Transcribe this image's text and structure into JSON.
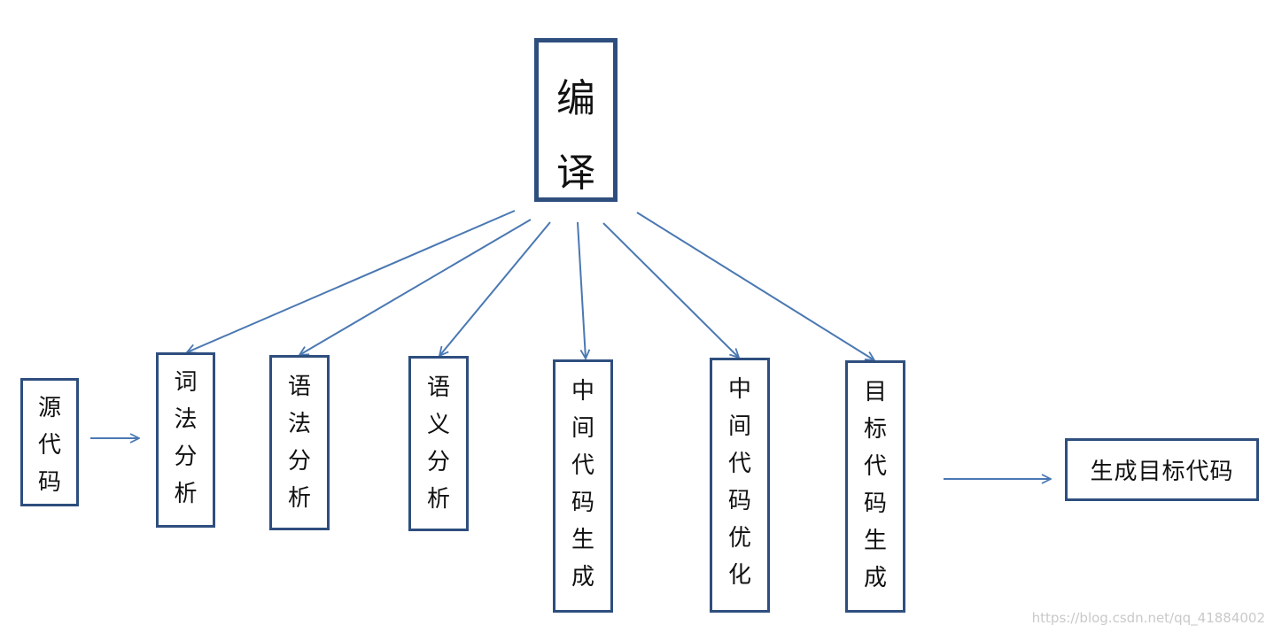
{
  "colors": {
    "box_border": "#2e4e7e",
    "arrow": "#4a78b2",
    "text": "#111111",
    "watermark": "#c9c9c9"
  },
  "diagram": {
    "root": {
      "label": "编译"
    },
    "source": {
      "label": "源代码"
    },
    "stages": [
      {
        "label": "词法分析"
      },
      {
        "label": "语法分析"
      },
      {
        "label": "语义分析"
      },
      {
        "label": "中间代码生成"
      },
      {
        "label": "中间代码优化"
      },
      {
        "label": "目标代码生成"
      }
    ],
    "output": {
      "label": "生成目标代码"
    }
  },
  "watermark": "https://blog.csdn.net/qq_41884002"
}
